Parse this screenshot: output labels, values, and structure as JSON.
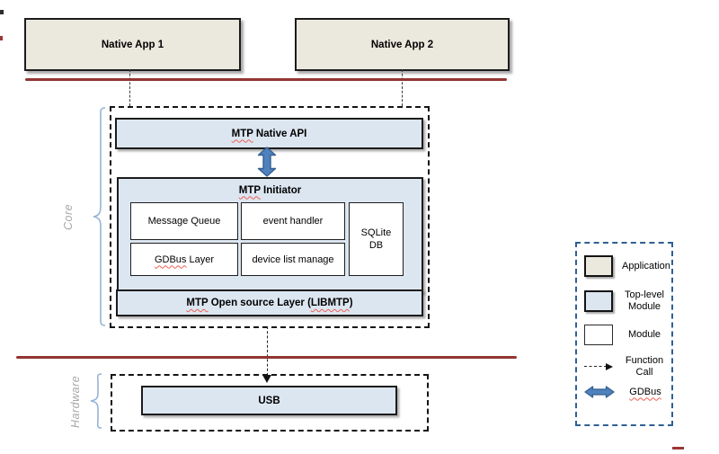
{
  "colors": {
    "beige": "#EBE8DE",
    "light_blue": "#DCE6F1",
    "arrow_blue": "#4F81BD",
    "arrow_blue_border": "#365F91",
    "red_line": "#9A3734",
    "legend_border": "#2E6095",
    "squiggle": "#ED5E52",
    "label_gray": "#A6A6A6",
    "brace_blue": "#95B3D7"
  },
  "apps": {
    "app1": "Native App 1",
    "app2": "Native App 2"
  },
  "core": {
    "label": "Core",
    "native_api_mtp": "MTP",
    "native_api_rest": "Native API",
    "initiator_mtp": "MTP",
    "initiator_rest": "Initiator",
    "message_queue": "Message Queue",
    "event_handler": "event handler",
    "sqlite_1": "SQLite",
    "sqlite_2": "DB",
    "gdbus_word": "GDBus",
    "gdbus_rest": "Layer",
    "device_list": "device list manage",
    "libmtp_mtp": "MTP",
    "libmtp_mid": "Open source Layer (",
    "libmtp_lib": "LIBMTP",
    "libmtp_close": ")"
  },
  "hardware": {
    "label": "Hardware",
    "usb": "USB"
  },
  "legend": {
    "application": "Application",
    "top_level_1": "Top-level",
    "top_level_2": "Module",
    "module": "Module",
    "function_1": "Function",
    "function_2": "Call",
    "gdbus": "GDBus"
  }
}
